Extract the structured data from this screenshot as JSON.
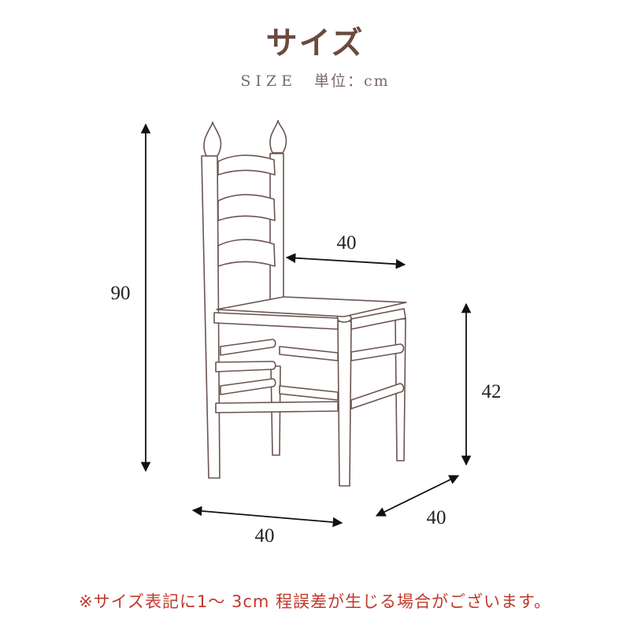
{
  "header": {
    "title": "サイズ",
    "subtitle": "SIZE",
    "unit": "単位：cm"
  },
  "dimensions": {
    "height": "90",
    "seat_height": "42",
    "seat_depth": "40",
    "width": "40",
    "depth": "40"
  },
  "note": "※サイズ表記に1～ 3cm 程誤差が生じる場合がございます。",
  "colors": {
    "title": "#6b4a3f",
    "note": "#c0392b",
    "line": "#6b5450"
  }
}
